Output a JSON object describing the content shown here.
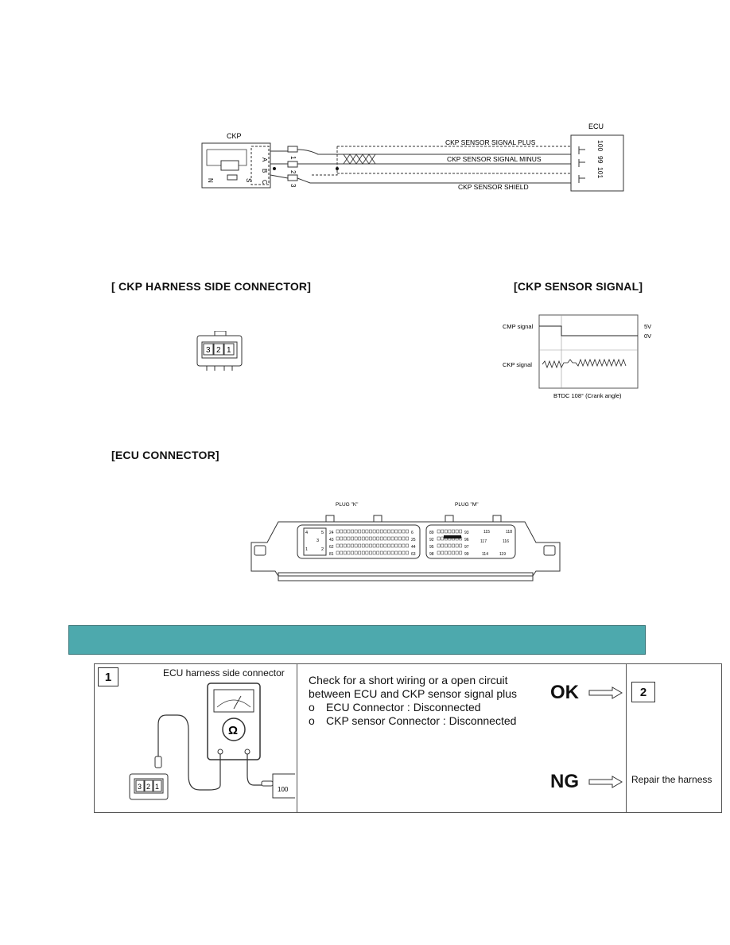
{
  "wiring": {
    "ckp_label": "CKP",
    "ecu_label": "ECU",
    "ckp_pins": [
      "A",
      "B",
      "C"
    ],
    "ckp_side_marks": [
      "N",
      "S"
    ],
    "harness_pins": [
      "1",
      "2",
      "3"
    ],
    "ecu_pins": [
      "100",
      "99",
      "101"
    ],
    "signal_plus": "CKP SENSOR SIGNAL PLUS",
    "signal_minus": "CKP SENSOR SIGNAL MINUS",
    "shield": "CKP SENSOR SHIELD"
  },
  "harness_connector": {
    "title": "[ CKP HARNESS SIDE CONNECTOR]",
    "pins": [
      "3",
      "2",
      "1"
    ]
  },
  "sensor_signal": {
    "title": "[CKP SENSOR SIGNAL]",
    "cmp_label": "CMP signal",
    "ckp_label": "CKP signal",
    "v_high": "5V",
    "v_low": "0V",
    "footer": "BTDC 108°  (Crank angle)"
  },
  "ecu_connector": {
    "title": "[ECU  CONNECTOR]",
    "plug_k": "PLUG \"K\"",
    "plug_m": "PLUG \"M\"",
    "k_left_pins": [
      "4",
      "5",
      "3",
      "1",
      "2"
    ],
    "k_row_start": [
      "24",
      "43",
      "62",
      "81"
    ],
    "k_row_end": [
      "6",
      "25",
      "44",
      "63"
    ],
    "m_row_start": [
      "89",
      "92",
      "95",
      "98"
    ],
    "m_row_end": [
      "93",
      "96",
      "97",
      "99"
    ],
    "m_right_pins": [
      "115",
      "116",
      "117",
      "118",
      "114",
      "119"
    ]
  },
  "step": {
    "number": "1",
    "image_caption": "ECU harness side connector",
    "meter_symbol": "Ω",
    "connector_pins": [
      "3",
      "2",
      "1"
    ],
    "terminal": "100",
    "instruction_line1": "Check for a short wiring or a open circuit",
    "instruction_line2": "between ECU and CKP sensor signal plus",
    "bullet_mark": "o",
    "bullets": [
      "ECU Connector : Disconnected",
      "CKP sensor Connector : Disconnected"
    ],
    "ok": "OK",
    "ng": "NG",
    "next_step": "2",
    "ng_action": "Repair the harness"
  },
  "colors": {
    "section_bar": "#4da9ad",
    "line": "#333333"
  }
}
